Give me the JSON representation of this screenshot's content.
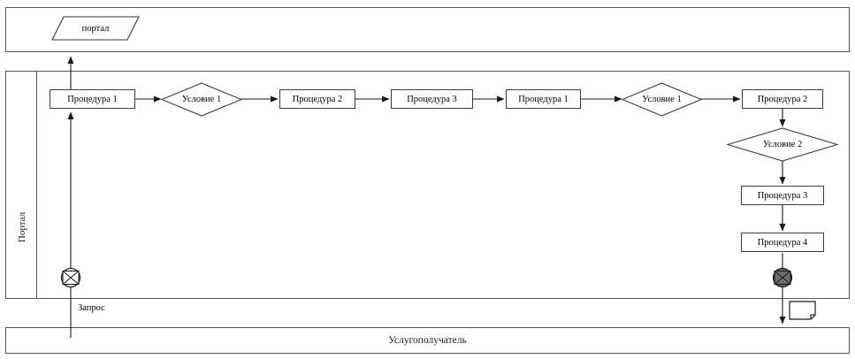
{
  "diagram": {
    "type": "swimlane-flowchart",
    "lanes": [
      {
        "id": "portal-top",
        "title": "",
        "orientation": "horizontal"
      },
      {
        "id": "portal-main",
        "title": "Портал",
        "orientation": "vertical"
      },
      {
        "id": "recipient",
        "title": "Услугополучатель",
        "orientation": "horizontal"
      }
    ],
    "nodes": {
      "portal_output": {
        "label": "портал",
        "shape": "parallelogram"
      },
      "p1a": {
        "label": "Процедура 1",
        "shape": "process"
      },
      "c1a": {
        "label": "Условие 1",
        "shape": "decision"
      },
      "p2a": {
        "label": "Процедура 2",
        "shape": "process"
      },
      "p3a": {
        "label": "Процедура 3",
        "shape": "process"
      },
      "p1b": {
        "label": "Процедура 1",
        "shape": "process"
      },
      "c1b": {
        "label": "Условие 1",
        "shape": "decision"
      },
      "p2b": {
        "label": "Процедура 2",
        "shape": "process"
      },
      "c2": {
        "label": "Условие 2",
        "shape": "decision"
      },
      "p3b": {
        "label": "Процедура 3",
        "shape": "process"
      },
      "p4": {
        "label": "Процедура 4",
        "shape": "process"
      },
      "start_marker": {
        "label": "",
        "shape": "crossed-circle-light"
      },
      "end_marker": {
        "label": "",
        "shape": "crossed-circle-dark"
      },
      "result_doc": {
        "label": "",
        "shape": "document"
      }
    },
    "edge_labels": {
      "request": "Запрос"
    },
    "colors": {
      "lane_border": "#555555",
      "node_border": "#3a3a3a",
      "line": "#1a1a1a",
      "marker_dark_fill": "#6e6e6e",
      "marker_light_fill": "#ffffff",
      "background": "#ffffff"
    }
  }
}
